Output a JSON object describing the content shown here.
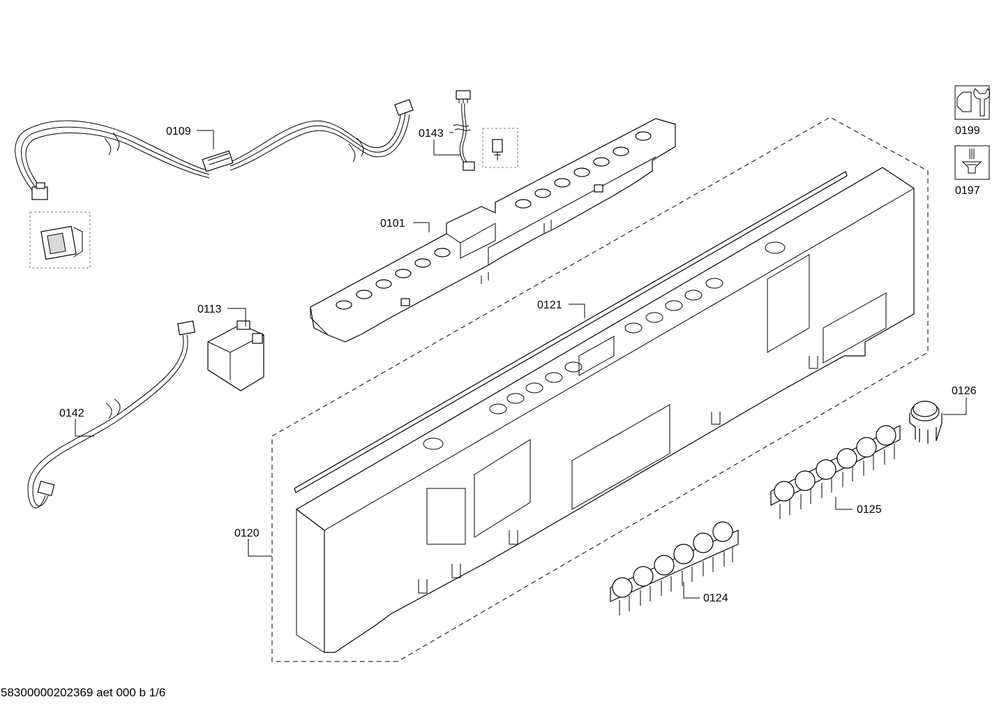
{
  "part_labels": {
    "p0109": "0109",
    "p0143": "0143",
    "p0101": "0101",
    "p0113": "0113",
    "p0142": "0142",
    "p0121": "0121",
    "p0120": "0120",
    "p0126": "0126",
    "p0125": "0125",
    "p0124": "0124",
    "p0199": "0199",
    "p0197": "0197"
  },
  "footer": {
    "doc_id": "58300000202369 aet 000 b 1/6"
  },
  "icons": {
    "tool_0199": "wrench-nut-icon",
    "tool_0197": "screwdriver-icon"
  }
}
